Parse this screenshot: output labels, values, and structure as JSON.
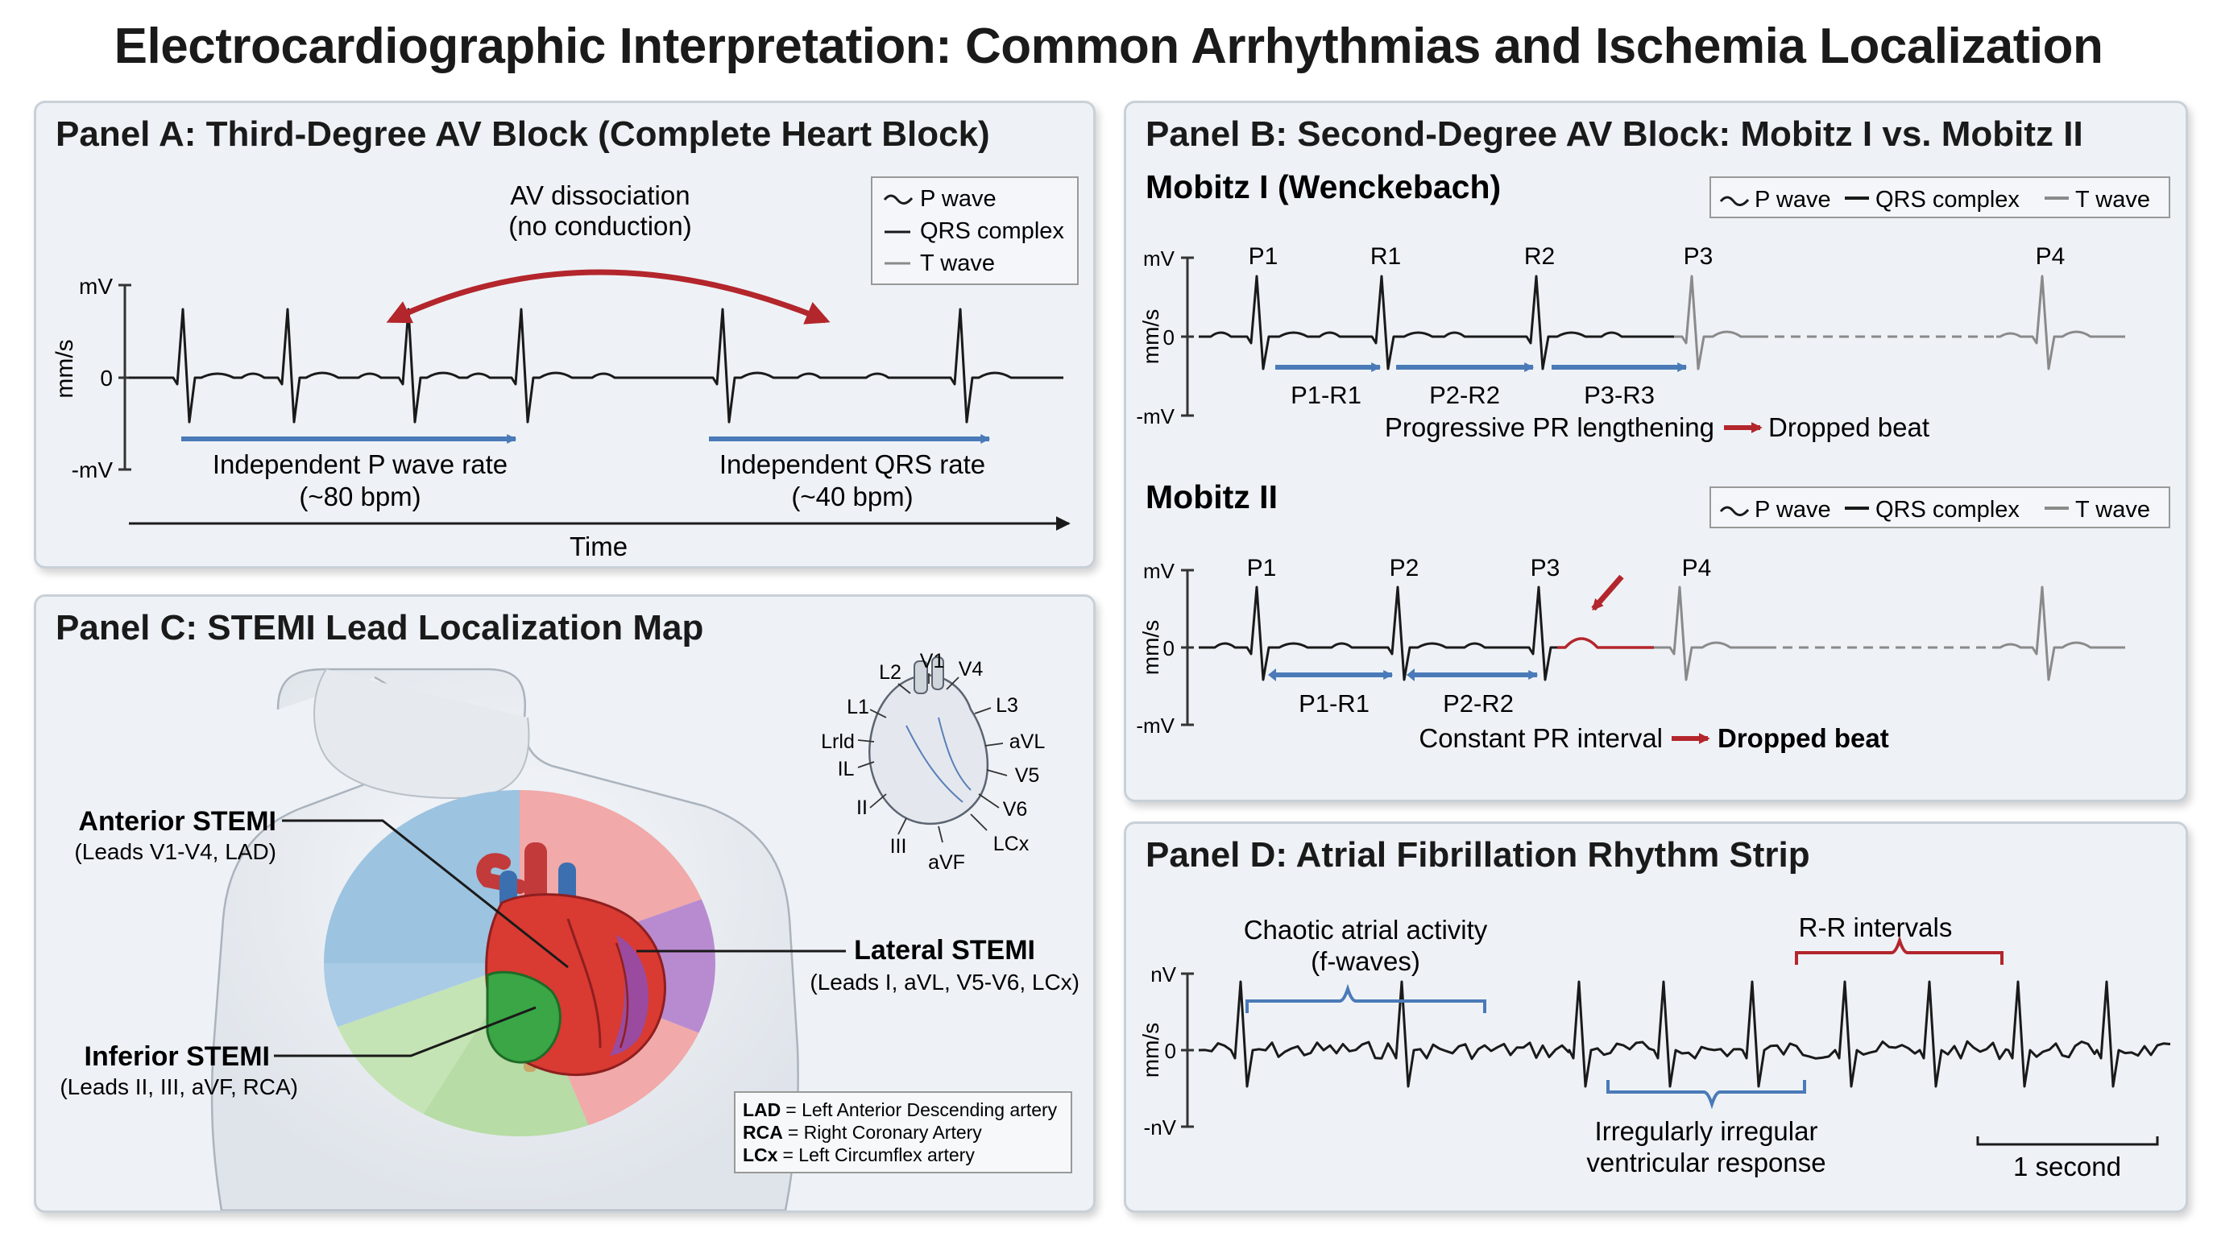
{
  "title": "Electrocardiographic Interpretation: Common Arrhythmias and Ischemia Localization",
  "axis": {
    "mv": "mV",
    "neg_mv": "-mV",
    "mm_s": "mm/s",
    "zero": "0",
    "nv": "nV",
    "neg_nv": "-nV",
    "time": "Time"
  },
  "legend": {
    "p": "P wave",
    "qrs": "QRS complex",
    "t": "T wave"
  },
  "panel_a": {
    "title": "Panel A: Third-Degree AV Block (Complete Heart Block)",
    "dissociation_1": "AV dissociation",
    "dissociation_2": "(no conduction)",
    "p_rate_1": "Independent P wave rate",
    "p_rate_2": "(~80 bpm)",
    "qrs_rate_1": "Independent QRS rate",
    "qrs_rate_2": "(~40 bpm)"
  },
  "panel_b": {
    "title": "Panel B: Second-Degree AV Block: Mobitz I vs. Mobitz II",
    "mobitz1": {
      "title": "Mobitz I (Wenckebach)",
      "labels": [
        "P1",
        "R1",
        "R2",
        "P3",
        "P4"
      ],
      "intervals": [
        "P1-R1",
        "P2-R2",
        "P3-R3"
      ],
      "caption_a": "Progressive PR lengthening",
      "caption_b": "Dropped beat"
    },
    "mobitz2": {
      "title": "Mobitz II",
      "labels": [
        "P1",
        "P2",
        "P3",
        "P4"
      ],
      "intervals": [
        "P1-R1",
        "P2-R2"
      ],
      "caption_a": "Constant PR interval",
      "caption_b": "Dropped beat"
    }
  },
  "panel_c": {
    "title": "Panel C: STEMI Lead Localization Map",
    "anterior": {
      "name": "Anterior STEMI",
      "leads": "(Leads V1-V4, LAD)"
    },
    "lateral": {
      "name": "Lateral STEMI",
      "leads": "(Leads I, aVL, V5-V6, LCx)"
    },
    "inferior": {
      "name": "Inferior STEMI",
      "leads": "(Leads II, III, aVF, RCA)"
    },
    "lead_labels": [
      "V1",
      "L2",
      "V4",
      "L1",
      "L3",
      "Lrld",
      "aVL",
      "IL",
      "V5",
      "II",
      "V6",
      "III",
      "aVF",
      "LCx"
    ],
    "key": [
      {
        "abbr": "LAD",
        "text": "= Left Anterior Descending artery"
      },
      {
        "abbr": "RCA",
        "text": "= Right Coronary Artery"
      },
      {
        "abbr": "LCx",
        "text": "= Left Circumflex artery"
      }
    ]
  },
  "panel_d": {
    "title": "Panel D: Atrial Fibrillation Rhythm Strip",
    "chaotic_1": "Chaotic atrial activity",
    "chaotic_2": "(f-waves)",
    "rr": "R-R intervals",
    "irregular_1": "Irregularly irregular",
    "irregular_2": "ventricular response",
    "scale": "1 second"
  },
  "colors": {
    "trace": "#1a1a1a",
    "grey_trace": "#8a8a8a",
    "blue_arrow": "#4a7ab8",
    "red_arrow": "#b3262c",
    "anterior": "#9cc3e0",
    "lateral": "#f1a9a9",
    "inferior": "#b7dca5",
    "purple": "#a56fc2"
  }
}
